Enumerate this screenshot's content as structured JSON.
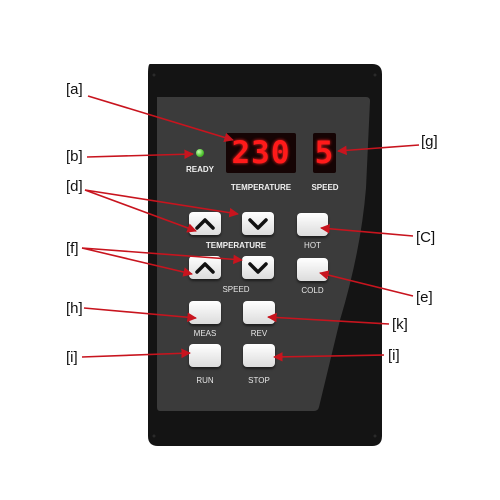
{
  "panel": {
    "ready_label": "READY",
    "temperature_display": "230",
    "speed_display": "5",
    "temperature_display_label": "TEMPERATURE",
    "speed_display_label": "SPEED",
    "temperature_group_label": "TEMPERATURE",
    "speed_group_label": "SPEED",
    "hot_label": "HOT",
    "cold_label": "COLD",
    "meas_label": "MEAS",
    "rev_label": "REV",
    "run_label": "RUN",
    "stop_label": "STOP"
  },
  "callouts": {
    "a": "[a]",
    "b": "[b]",
    "c": "[C]",
    "d": "[d]",
    "e": "[e]",
    "f": "[f]",
    "g": "[g]",
    "h": "[h]",
    "i_left": "[i]",
    "i_right": "[i]",
    "k": "[k]"
  },
  "colors": {
    "panel_outer": "#141414",
    "panel_inner": "#3a3a3a",
    "display_digits": "#ff1a1a",
    "callout_line": "#c8141e",
    "ready_led": "#4ec22e"
  },
  "icons": {
    "up": "chevron-up-icon",
    "down": "chevron-down-icon"
  }
}
